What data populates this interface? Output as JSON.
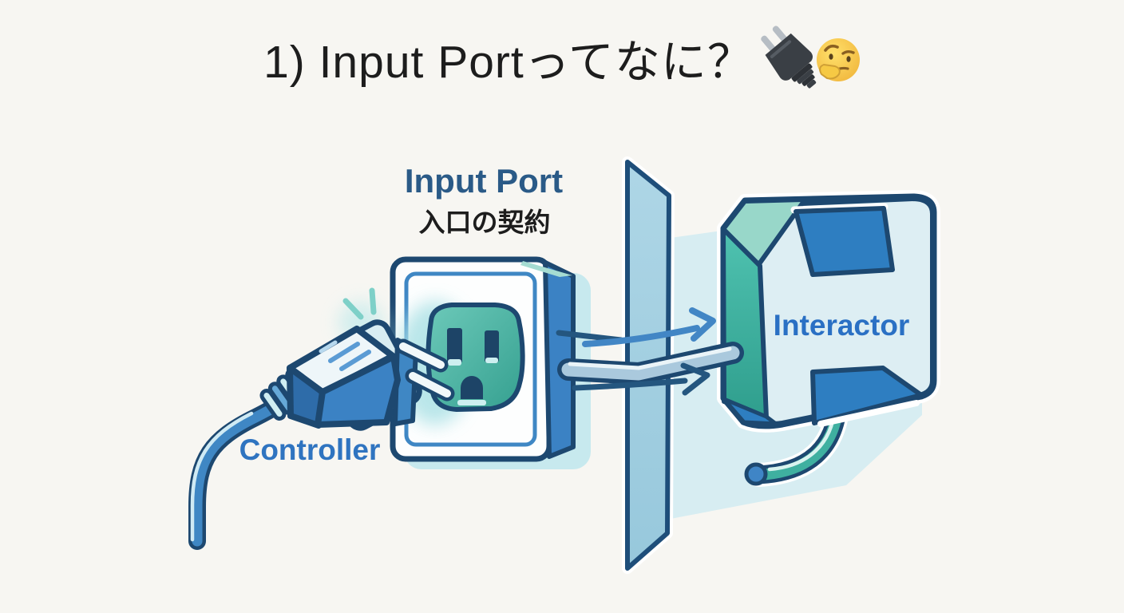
{
  "page": {
    "background": "#f7f6f2"
  },
  "title": {
    "text": "1) Input Portってなに？",
    "icons": [
      {
        "name": "electric-plug-emoji",
        "char": "🔌"
      },
      {
        "name": "thinking-face-emoji",
        "char": "🤔"
      }
    ]
  },
  "diagram": {
    "input_port": {
      "label": "Input Port",
      "sublabel": "入口の契約"
    },
    "controller": {
      "label": "Controller"
    },
    "interactor": {
      "label": "Interactor"
    }
  },
  "colors": {
    "title_text": "#1d1d1d",
    "outline_navy": "#1d4870",
    "primary_blue": "#3b82c4",
    "wall_blue": "#a6d0e2",
    "backdrop_cyan": "#d7edf2",
    "socket_teal": "#4db9a9",
    "interactor_side_teal": "#3fb3a3",
    "interactor_top_teal": "#98d7c9",
    "interactor_face": "#ddeef3",
    "notch_blue": "#2e7ec1",
    "input_port_label": "#2a5a87",
    "sublabel_text": "#1d1d1d",
    "controller_label": "#2f74c0",
    "interactor_label": "#2a70c4"
  }
}
